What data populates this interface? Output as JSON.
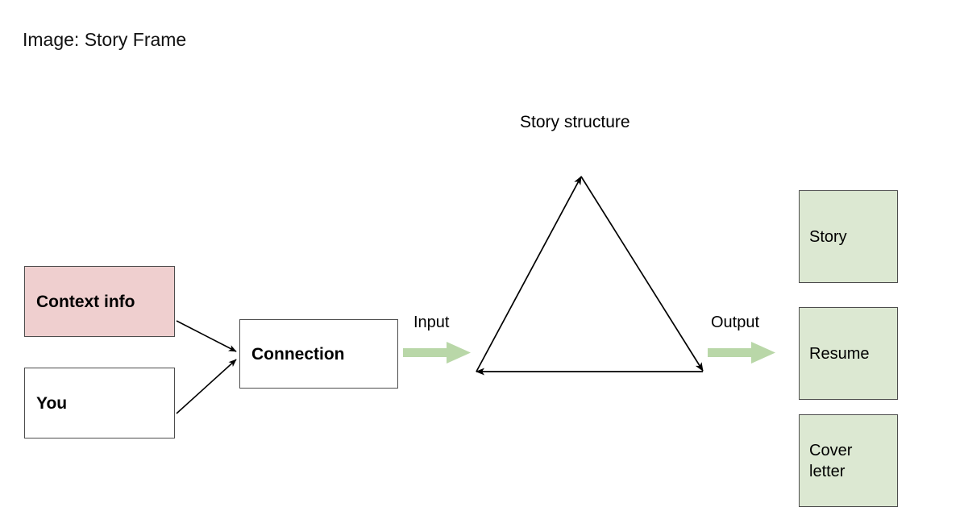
{
  "page": {
    "title": "Image: Story Frame",
    "background_color": "#ffffff"
  },
  "colors": {
    "context_fill": "#efcfcf",
    "output_fill": "#dce8d2",
    "flow_arrow": "#b9d7a8",
    "stroke": "#4d4d4d",
    "line": "#000000"
  },
  "nodes": {
    "context": {
      "label": "Context info"
    },
    "you": {
      "label": "You"
    },
    "connection": {
      "label": "Connection"
    },
    "story_structure": {
      "label": "Story structure"
    },
    "story": {
      "label": "Story"
    },
    "resume": {
      "label": "Resume"
    },
    "cover_letter": {
      "label": "Cover letter"
    }
  },
  "edges": {
    "input_label": "Input",
    "output_label": "Output"
  },
  "icons": {
    "arrow_right": "arrow-right-icon",
    "triangle": "triangle-icon"
  }
}
